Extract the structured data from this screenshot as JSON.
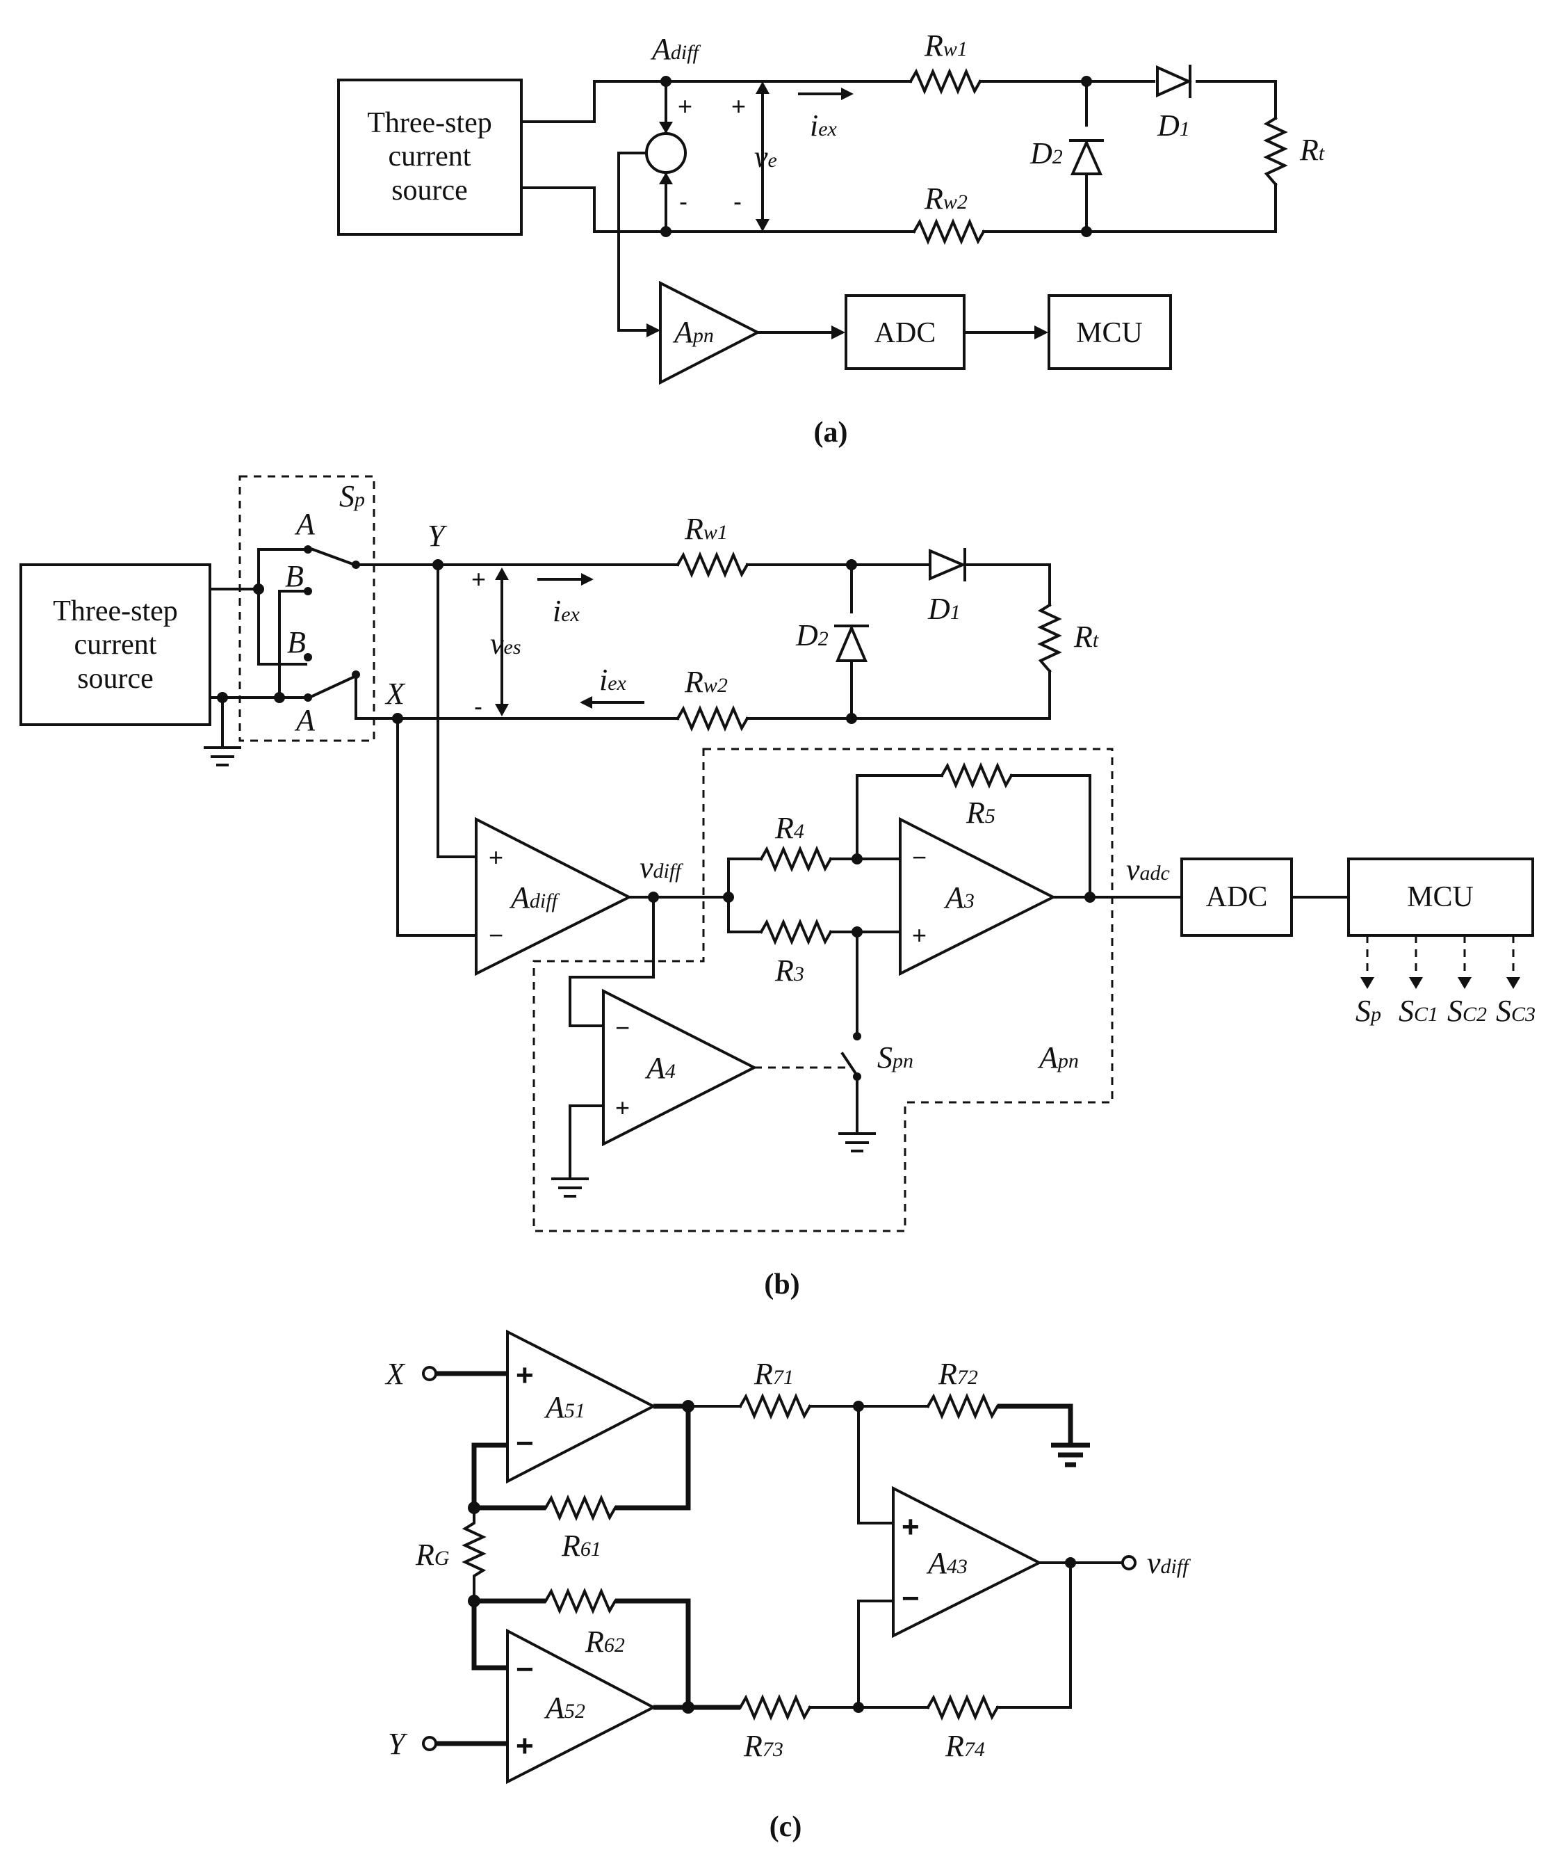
{
  "captions": {
    "a": "(a)",
    "b": "(b)",
    "c": "(c)"
  },
  "blocks": {
    "source_line1": "Three-step",
    "source_line2": "current",
    "source_line3": "source",
    "adc": "ADC",
    "mcu": "MCU"
  },
  "labels": {
    "A_diff": {
      "main": "A",
      "sub": "diff"
    },
    "R_w1": {
      "main": "R",
      "sub": "w1"
    },
    "R_w2": {
      "main": "R",
      "sub": "w2"
    },
    "D_1": {
      "main": "D",
      "sub": "1"
    },
    "D_2": {
      "main": "D",
      "sub": "2"
    },
    "R_t": {
      "main": "R",
      "sub": "t"
    },
    "i_ex": {
      "main": "i",
      "sub": "ex"
    },
    "v_e": {
      "main": "v",
      "sub": "e"
    },
    "v_es": {
      "main": "v",
      "sub": "es"
    },
    "A_pn": {
      "main": "A",
      "sub": "pn"
    },
    "S_p": {
      "main": "S",
      "sub": "p"
    },
    "S_pn": {
      "main": "S",
      "sub": "pn"
    },
    "v_diff": {
      "main": "v",
      "sub": "diff"
    },
    "v_adc": {
      "main": "v",
      "sub": "adc"
    },
    "R_4": {
      "main": "R",
      "sub": "4"
    },
    "R_5": {
      "main": "R",
      "sub": "5"
    },
    "R_3": {
      "main": "R",
      "sub": "3"
    },
    "A_3": {
      "main": "A",
      "sub": "3"
    },
    "A_4": {
      "main": "A",
      "sub": "4"
    },
    "S_C1": {
      "main": "S",
      "sub": "C1"
    },
    "S_C2": {
      "main": "S",
      "sub": "C2"
    },
    "S_C3": {
      "main": "S",
      "sub": "C3"
    },
    "A_51": {
      "main": "A",
      "sub": "51"
    },
    "A_52": {
      "main": "A",
      "sub": "52"
    },
    "A_43": {
      "main": "A",
      "sub": "43"
    },
    "R_71": {
      "main": "R",
      "sub": "71"
    },
    "R_72": {
      "main": "R",
      "sub": "72"
    },
    "R_73": {
      "main": "R",
      "sub": "73"
    },
    "R_74": {
      "main": "R",
      "sub": "74"
    },
    "R_61": {
      "main": "R",
      "sub": "61"
    },
    "R_62": {
      "main": "R",
      "sub": "62"
    },
    "R_G": {
      "main": "R",
      "sub": "G"
    }
  },
  "nodes": {
    "A": "A",
    "B": "B",
    "X": "X",
    "Y": "Y"
  },
  "signs": {
    "plus": "+",
    "minus": "-",
    "minus_op": "−"
  }
}
